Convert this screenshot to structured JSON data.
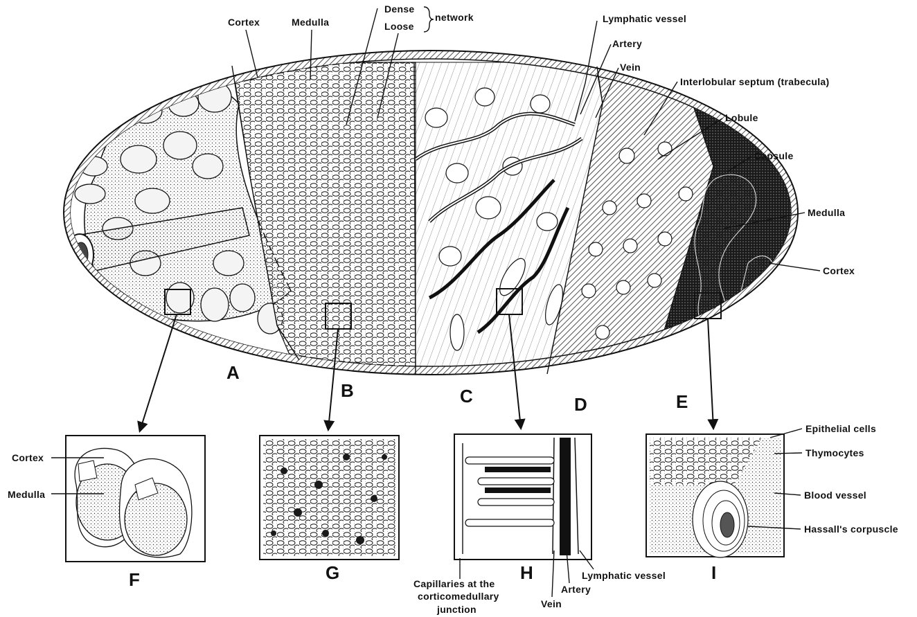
{
  "top_labels": {
    "cortex": "Cortex",
    "medulla": "Medulla",
    "dense": "Dense",
    "loose": "Loose",
    "network": "network",
    "lymphatic_vessel": "Lymphatic vessel",
    "artery": "Artery",
    "vein": "Vein",
    "septum": "Interlobular septum (trabecula)",
    "lobule": "Lobule",
    "capsule": "Capsule",
    "medulla_right": "Medulla",
    "cortex_right": "Cortex"
  },
  "section_letters": [
    "A",
    "B",
    "C",
    "D",
    "E",
    "F",
    "G",
    "H",
    "I"
  ],
  "panel_f": {
    "cortex": "Cortex",
    "medulla": "Medulla"
  },
  "panel_h": {
    "capillaries_1": "Capillaries at the",
    "capillaries_2": "corticomedullary",
    "capillaries_3": "junction",
    "vein": "Vein",
    "artery": "Artery",
    "lymphatic_vessel": "Lymphatic vessel"
  },
  "panel_i": {
    "epithelial": "Epithelial cells",
    "thymocytes": "Thymocytes",
    "blood_vessel": "Blood vessel",
    "hassall": "Hassall's corpuscle"
  },
  "colors": {
    "ink": "#111111",
    "paper": "#ffffff",
    "capsule_fill": "#9a9a9a",
    "dark_tissue": "#1a1a1a"
  }
}
